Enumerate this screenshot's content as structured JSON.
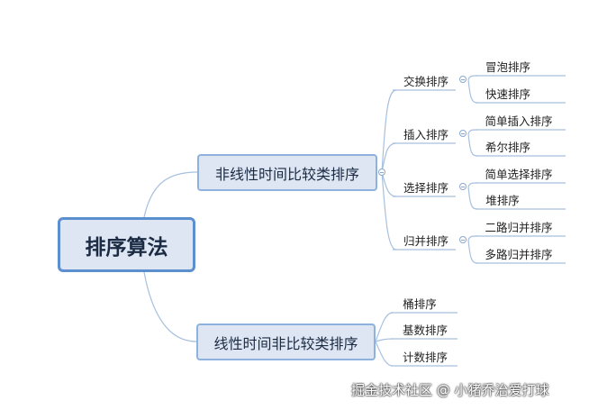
{
  "root": {
    "label": "排序算法"
  },
  "branches": [
    {
      "label": "非线性时间比较类排序",
      "groups": [
        {
          "label": "交换排序",
          "leaves": [
            "冒泡排序",
            "快速排序"
          ]
        },
        {
          "label": "插入排序",
          "leaves": [
            "简单插入排序",
            "希尔排序"
          ]
        },
        {
          "label": "选择排序",
          "leaves": [
            "简单选择排序",
            "堆排序"
          ]
        },
        {
          "label": "归并排序",
          "leaves": [
            "二路归并排序",
            "多路归并排序"
          ]
        }
      ]
    },
    {
      "label": "线性时间非比较类排序",
      "leaves": [
        "桶排序",
        "基数排序",
        "计数排序"
      ]
    }
  ],
  "watermark": "掘金技术社区 @ 小猪乔治爱打球",
  "colors": {
    "line": "#a7c0de",
    "node_fill": "#dde6f2",
    "root_border": "#5b8fd0",
    "node_border": "#8eb2dd"
  }
}
